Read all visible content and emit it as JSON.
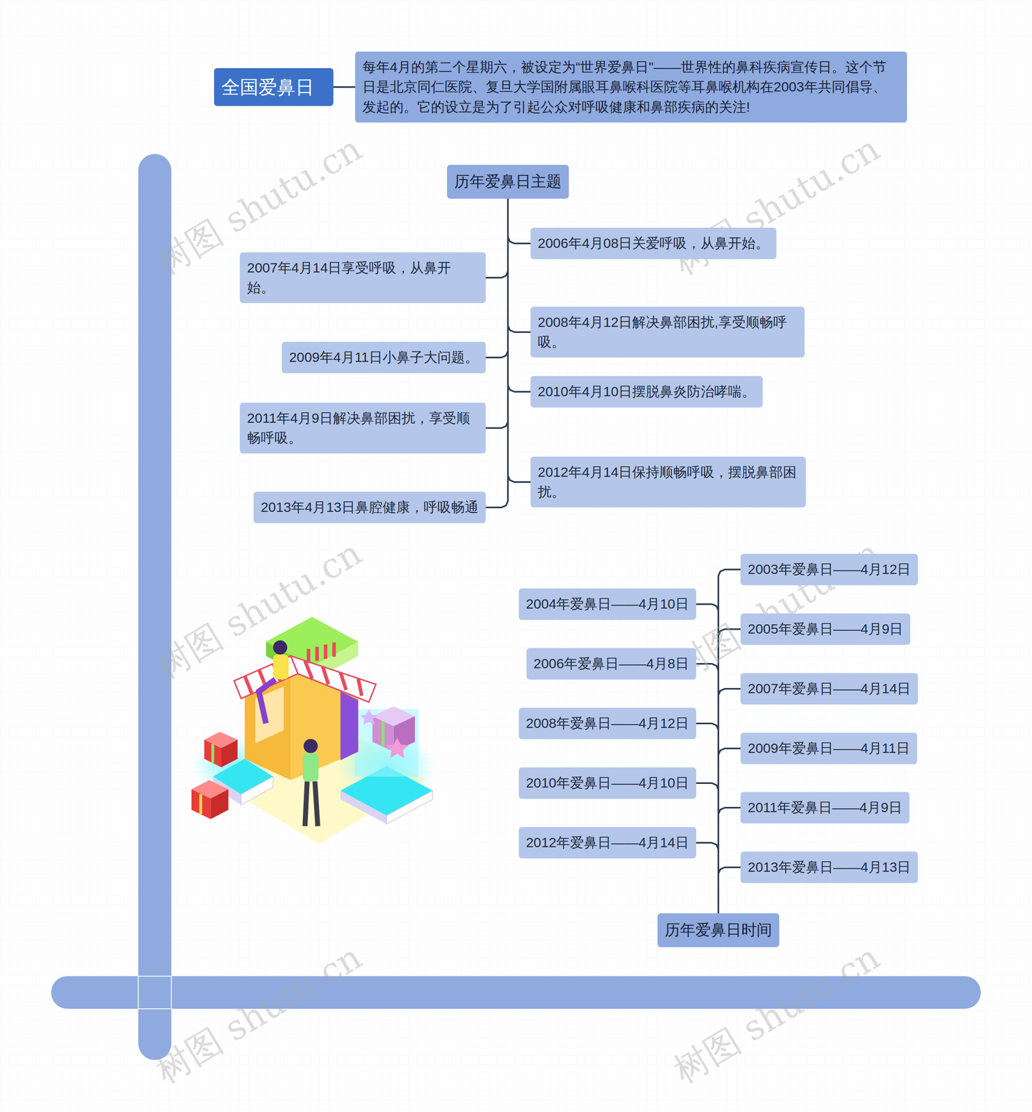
{
  "diagram": {
    "nodes": [
      {
        "text": [
          "全国爱鼻日"
        ]
      },
      {
        "text": [
          "每年4月的第二个星期六，被设定为“世界爱鼻日\"——世界性的鼻科疾病宣传日。这个节日是北京同仁医院、复旦大学国附属眼耳鼻喉科医院等耳鼻喉机构在2003年共同倡导、发起的。它的设立是为了引起公众对呼吸健康和鼻部疾病的关注!"
        ]
      },
      {
        "text": [
          "历年爱鼻日主题"
        ]
      },
      {
        "text": [
          "2006年4月08日关爱呼吸，从鼻开始。"
        ]
      },
      {
        "text": [
          "2007年4月14日享受呼吸，从鼻开始。"
        ]
      },
      {
        "text": [
          "2008年4月12日解决鼻部困扰,享受顺畅呼吸。"
        ]
      },
      {
        "text": [
          "2009年4月11日小鼻子大问题。"
        ]
      },
      {
        "text": [
          "2010年4月10日摆脱鼻炎防治哮喘。"
        ]
      },
      {
        "text": [
          "2011年4月9日解决鼻部困扰，享受顺畅呼吸。"
        ]
      },
      {
        "text": [
          "2012年4月14日保持顺畅呼吸，摆脱鼻部困扰。"
        ]
      },
      {
        "text": [
          "2013年4月13日鼻腔健康，呼吸畅通"
        ]
      },
      {
        "text": [
          "2003年爱鼻日——4月12日"
        ]
      },
      {
        "text": [
          "2004年爱鼻日——4月10日"
        ]
      },
      {
        "text": [
          "2005年爱鼻日——4月9日"
        ]
      },
      {
        "text": [
          "2006年爱鼻日——4月8日"
        ]
      },
      {
        "text": [
          "2007年爱鼻日——4月14日"
        ]
      },
      {
        "text": [
          "2008年爱鼻日——4月12日"
        ]
      },
      {
        "text": [
          "2009年爱鼻日——4月11日"
        ]
      },
      {
        "text": [
          "2010年爱鼻日——4月10日"
        ]
      },
      {
        "text": [
          "2011年爱鼻日——4月9日"
        ]
      },
      {
        "text": [
          "2012年爱鼻日——4月14日"
        ]
      },
      {
        "text": [
          "2013年爱鼻日——4月13日"
        ]
      },
      {
        "text": [
          "历年爱鼻日时间"
        ]
      }
    ],
    "edges": [
      {
        "from": 0,
        "to": 1,
        "arrow": "none"
      },
      {
        "from": 2,
        "to": 3,
        "arrow": "none"
      },
      {
        "from": 2,
        "to": 4,
        "arrow": "none"
      },
      {
        "from": 2,
        "to": 5,
        "arrow": "none"
      },
      {
        "from": 2,
        "to": 6,
        "arrow": "none"
      },
      {
        "from": 2,
        "to": 7,
        "arrow": "none"
      },
      {
        "from": 2,
        "to": 8,
        "arrow": "none"
      },
      {
        "from": 2,
        "to": 9,
        "arrow": "none"
      },
      {
        "from": 2,
        "to": 10,
        "arrow": "none"
      },
      {
        "from": 22,
        "to": 11,
        "arrow": "none"
      },
      {
        "from": 22,
        "to": 12,
        "arrow": "none"
      },
      {
        "from": 22,
        "to": 13,
        "arrow": "none"
      },
      {
        "from": 22,
        "to": 14,
        "arrow": "none"
      },
      {
        "from": 22,
        "to": 15,
        "arrow": "none"
      },
      {
        "from": 22,
        "to": 16,
        "arrow": "none"
      },
      {
        "from": 22,
        "to": 17,
        "arrow": "none"
      },
      {
        "from": 22,
        "to": 18,
        "arrow": "none"
      },
      {
        "from": 22,
        "to": 19,
        "arrow": "none"
      },
      {
        "from": 22,
        "to": 20,
        "arrow": "none"
      },
      {
        "from": 22,
        "to": 21,
        "arrow": "none"
      }
    ],
    "labels": [
      "树图 shutu.cn",
      "树图 shutu.cn",
      "树图 shutu.cn",
      "树图 shutu.cn",
      "树图 shutu.cn",
      "树图 shutu.cn"
    ]
  }
}
